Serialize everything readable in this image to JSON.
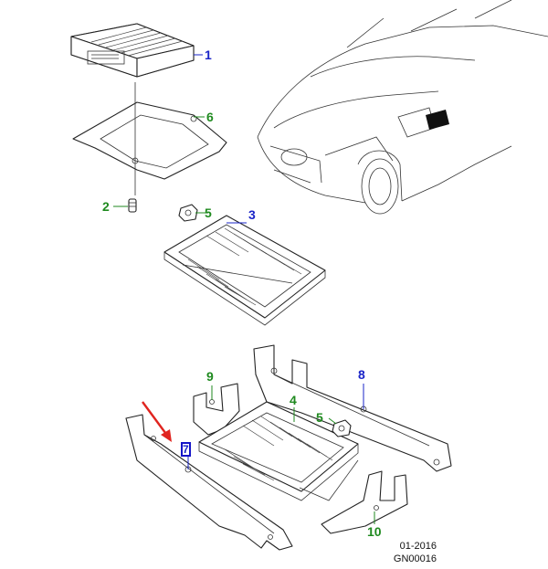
{
  "diagram": {
    "colors": {
      "blue": "#1a24c8",
      "green": "#1f8a1f",
      "arrow": "#e0241f",
      "line": "#222222"
    },
    "callouts": [
      {
        "id": "c1",
        "text": "1",
        "color": "blue"
      },
      {
        "id": "c2",
        "text": "2",
        "color": "green"
      },
      {
        "id": "c3",
        "text": "3",
        "color": "blue"
      },
      {
        "id": "c4",
        "text": "4",
        "color": "green"
      },
      {
        "id": "c5a",
        "text": "5",
        "color": "green"
      },
      {
        "id": "c5b",
        "text": "5",
        "color": "green"
      },
      {
        "id": "c6",
        "text": "6",
        "color": "green"
      },
      {
        "id": "c7",
        "text": "7",
        "color": "blue"
      },
      {
        "id": "c8",
        "text": "8",
        "color": "blue"
      },
      {
        "id": "c9",
        "text": "9",
        "color": "green"
      },
      {
        "id": "c10",
        "text": "10",
        "color": "green"
      }
    ],
    "footer": {
      "date": "01-2016",
      "code": "GN00016"
    },
    "highlighted_callout": "7",
    "icons": [
      "pointer-arrow-icon",
      "vehicle-location-icon"
    ]
  }
}
